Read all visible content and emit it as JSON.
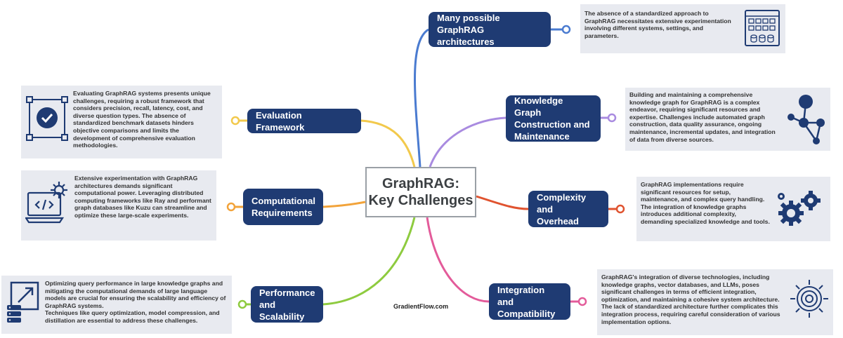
{
  "central": {
    "title": "GraphRAG:\nKey Challenges"
  },
  "footer": {
    "credit": "GradientFlow.com"
  },
  "colors": {
    "topic_bg": "#1f3b73",
    "desc_bg": "#e8eaf0",
    "architectures": "#4a7bd0",
    "knowledge_graph": "#a98be0",
    "complexity": "#e0532f",
    "integration": "#e35b9a",
    "evaluation": "#f2c94c",
    "computational": "#f2a33a",
    "performance": "#8ecb3f"
  },
  "branches": {
    "architectures": {
      "label": "Many possible GraphRAG\narchitectures",
      "description": "The absence of a standardized approach to GraphRAG necessitates extensive experimentation involving different systems, settings, and parameters.",
      "icon": "architecture-grid-icon"
    },
    "knowledge_graph": {
      "label": "Knowledge Graph\nConstruction and\nMaintenance",
      "description": "Building and maintaining a comprehensive knowledge graph for GraphRAG is a complex endeavor, requiring significant resources and expertise. Challenges include automated graph construction, data quality assurance, ongoing maintenance, incremental updates, and integration of data from diverse sources.",
      "icon": "network-graph-icon"
    },
    "complexity": {
      "label": "Complexity and\nOverhead",
      "description": "GraphRAG implementations require significant resources for setup, maintenance, and complex query handling. The integration of knowledge graphs introduces additional complexity, demanding specialized knowledge and tools.",
      "icon": "gears-icon"
    },
    "integration": {
      "label": "Integration and\nCompatibility",
      "description": "GraphRAG's integration of diverse technologies, including knowledge graphs, vector databases, and LLMs, poses significant challenges in terms of efficient integration, optimization, and maintaining a cohesive system architecture. The lack of standardized architecture further complicates this integration process, requiring careful consideration of various implementation options.",
      "icon": "integration-gear-icon"
    },
    "evaluation": {
      "label": "Evaluation Framework",
      "description": "Evaluating GraphRAG systems presents unique challenges, requiring a robust framework that considers precision, recall, latency, cost, and diverse question types. The absence of standardized benchmark datasets hinders objective comparisons and limits the development of comprehensive evaluation methodologies.",
      "icon": "checkmark-framework-icon"
    },
    "computational": {
      "label": "Computational\nRequirements",
      "description": "Extensive experimentation with GraphRAG architectures demands significant computational power. Leveraging distributed computing frameworks like Ray and performant graph databases like Kuzu can streamline and optimize these large-scale experiments.",
      "icon": "laptop-code-icon"
    },
    "performance": {
      "label": "Performance and\nScalability",
      "description": "Optimizing query performance in large knowledge graphs and mitigating the computational demands of large language models are crucial for ensuring the scalability and efficiency of GraphRAG systems.\nTechniques like query optimization, model compression, and distillation are essential to address these challenges.",
      "icon": "scale-database-icon"
    }
  }
}
